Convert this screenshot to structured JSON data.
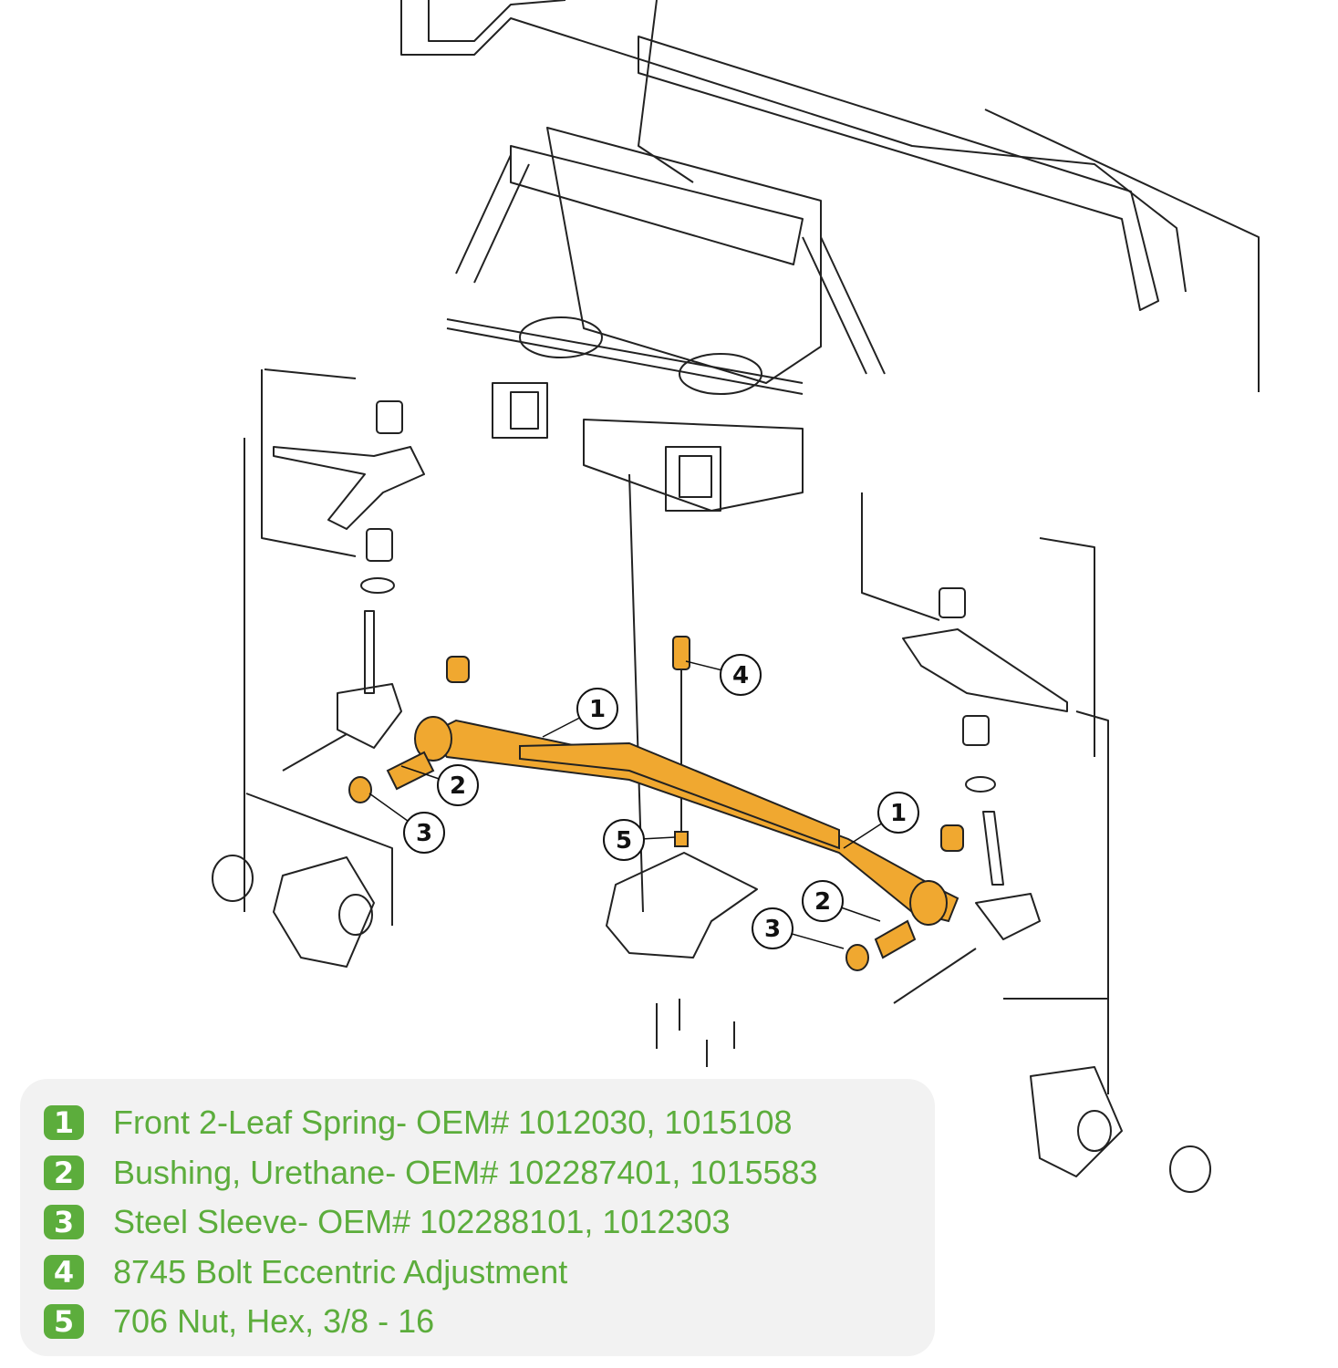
{
  "diagram": {
    "title": "Front suspension exploded view",
    "highlight_color": "#F0A830",
    "callouts": [
      "1",
      "1",
      "2",
      "2",
      "3",
      "3",
      "4",
      "5"
    ]
  },
  "legend": {
    "accent_color": "#5cad3c",
    "items": [
      {
        "number": "1",
        "text": "Front 2-Leaf Spring- OEM# 1012030, 1015108"
      },
      {
        "number": "2",
        "text": "Bushing, Urethane- OEM# 102287401, 1015583"
      },
      {
        "number": "3",
        "text": "Steel Sleeve- OEM# 102288101, 1012303"
      },
      {
        "number": "4",
        "text": "8745 Bolt Eccentric Adjustment"
      },
      {
        "number": "5",
        "text": "706 Nut, Hex, 3/8 - 16"
      }
    ]
  }
}
